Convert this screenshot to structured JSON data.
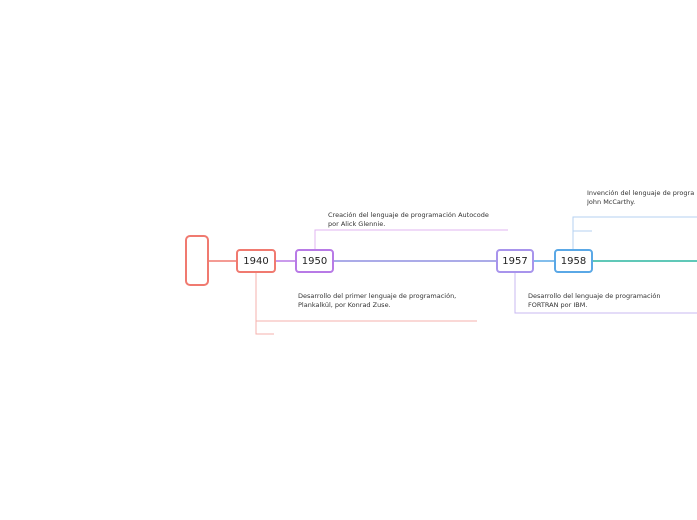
{
  "colors": {
    "root": "#f07a70",
    "n1940": "#f07a70",
    "n1950": "#b87ae6",
    "n1957": "#a894ec",
    "n1958": "#5aa8e6",
    "branch_1940": "#f5b2ac",
    "branch_1950": "#e0b6f0",
    "branch_1957": "#c8b8f2",
    "branch_1958": "#b4d2f2",
    "teal_line": "#2cb5a0"
  },
  "timeline": {
    "root_label": "",
    "nodes": [
      {
        "id": "1940",
        "label": "1940"
      },
      {
        "id": "1950",
        "label": "1950"
      },
      {
        "id": "1957",
        "label": "1957"
      },
      {
        "id": "1958",
        "label": "1958"
      }
    ]
  },
  "notes": {
    "plankalkul": "Desarrollo del primer lenguaje de programación,\nPlankalkül, por Konrad Zuse.",
    "autocode": "Creación del lenguaje de programación Autocode\npor Alick Glennie.",
    "fortran": "Desarrollo del lenguaje de programación\nFORTRAN por IBM.",
    "lisp": "Invención del lenguaje de progra\nJohn McCarthy."
  }
}
